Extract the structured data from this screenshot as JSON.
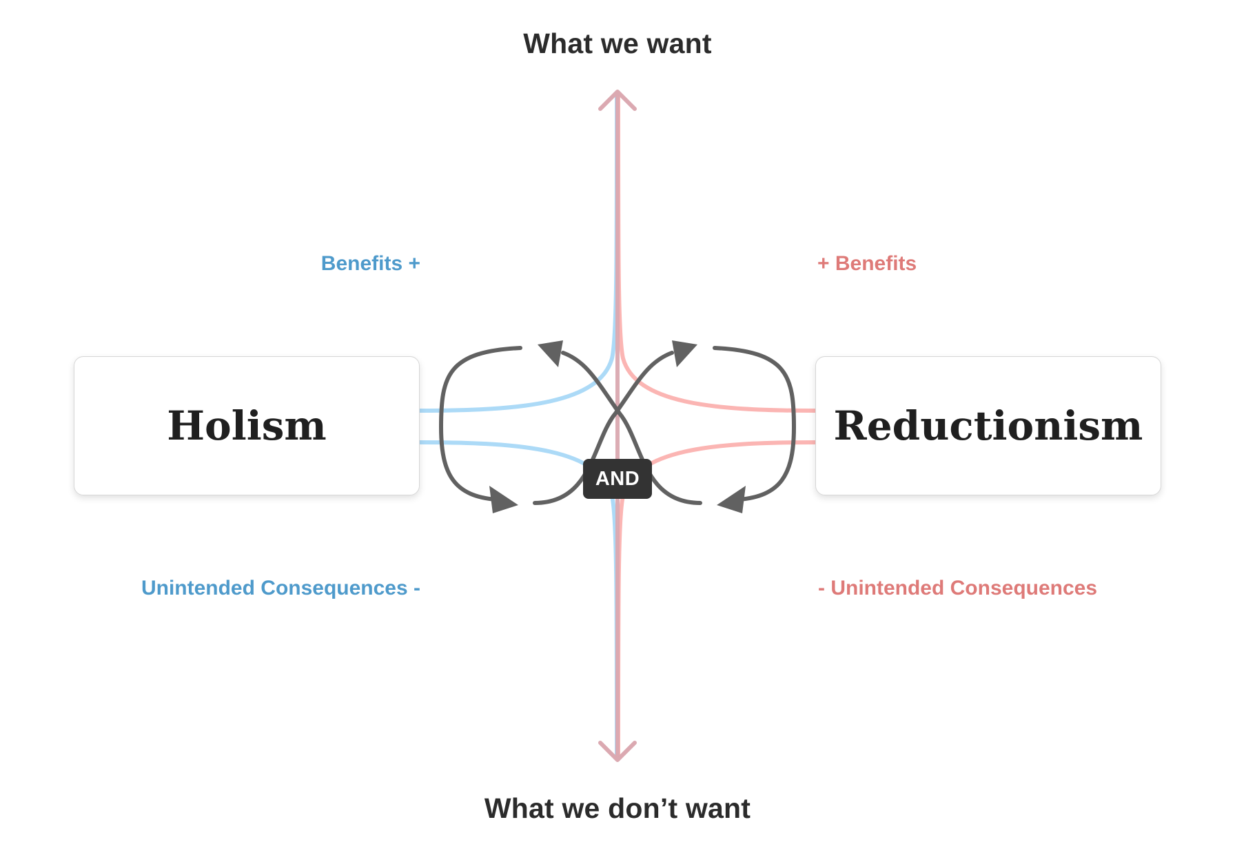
{
  "axis": {
    "top": "What we want",
    "bottom": "What we don’t want"
  },
  "poles": {
    "left": "Holism",
    "right": "Reductionism"
  },
  "quadrants": {
    "left_benefits": "Benefits +",
    "right_benefits": "+ Benefits",
    "left_consequences": "Unintended Consequences -",
    "right_consequences": "- Unintended Consequences"
  },
  "connector": "AND",
  "colors": {
    "blue_curve": "#acdaf7",
    "red_curve": "#fbb5b3",
    "axis_line": "#dba9b1",
    "blue_text": "#4e9acb",
    "red_text": "#de7a78",
    "loop_arrows": "#616161",
    "badge": "#333333"
  }
}
